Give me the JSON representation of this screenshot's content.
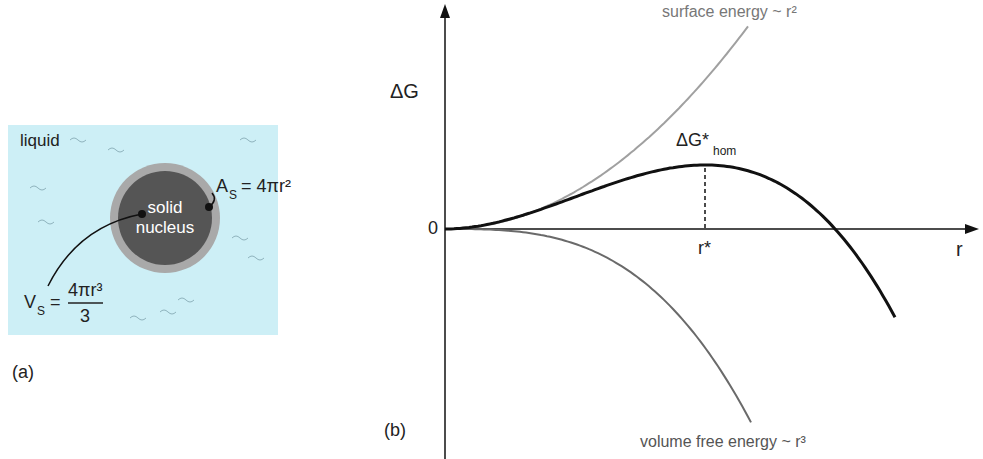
{
  "diagram": {
    "nodes": [
      {
        "text": [
          "liquid"
        ]
      },
      {
        "text": [
          "solid nucleus"
        ],
        "in": 0
      }
    ],
    "labels": [
      "(a)",
      "A",
      "S",
      "= 4πr²",
      "V",
      "S",
      "=",
      "4πr³",
      "3",
      "ΔG",
      "0",
      "r",
      "r*",
      "ΔG*",
      "hom",
      "surface energy ~ r²",
      "volume free energy ~ r³",
      "(b)"
    ]
  }
}
